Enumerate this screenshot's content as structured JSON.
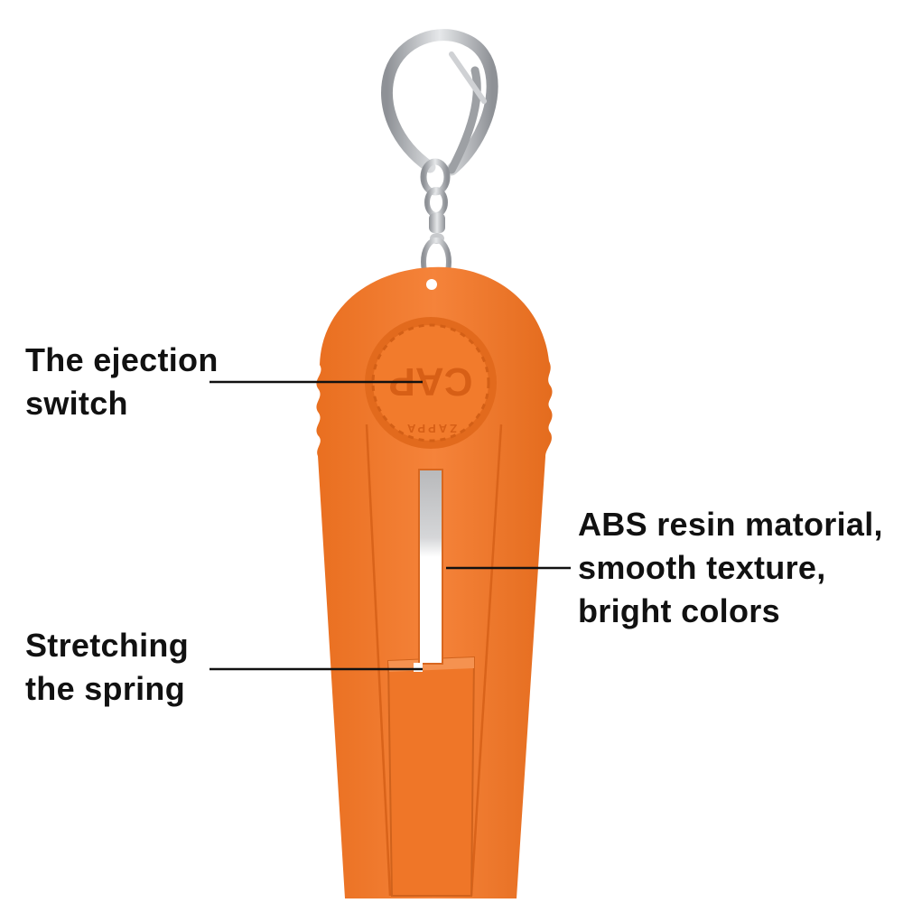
{
  "colors": {
    "background": "#ffffff",
    "body_orange": "#f07a2a",
    "body_orange_shadow": "#d9631a",
    "text": "#111111",
    "metal": "#b9bcc0"
  },
  "product": {
    "cap_button": {
      "text": "CAP",
      "text_ring": "ZAPPA"
    }
  },
  "callouts": {
    "ejection_switch": {
      "lines": [
        "The ejection",
        "switch"
      ]
    },
    "stretching_spring": {
      "lines": [
        "Stretching",
        "the spring"
      ]
    },
    "material": {
      "lines": [
        "ABS resin matorial,",
        "smooth texture,",
        "bright colors"
      ]
    }
  }
}
